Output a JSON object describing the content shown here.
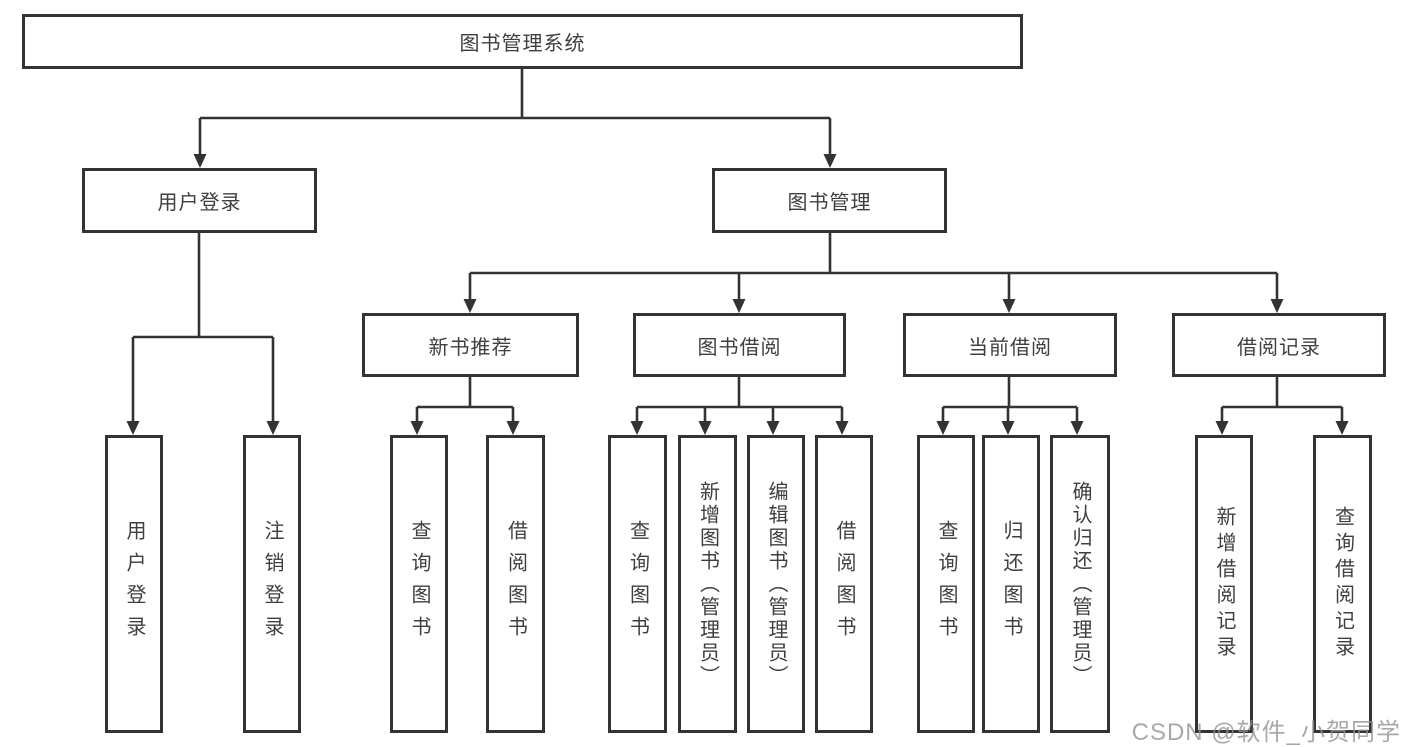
{
  "diagram_title": "图书管理系统",
  "watermark": "CSDN @软件_小贺同学",
  "colors": {
    "line": "#333333",
    "box_border": "#333333",
    "text": "#3f3f3f",
    "background": "#ffffff",
    "watermark": "#919191"
  },
  "nodes": {
    "root": "图书管理系统",
    "level2": {
      "user_login": "用户登录",
      "book_mgmt": "图书管理"
    },
    "level3": {
      "new_book_rec": "新书推荐",
      "book_borrow": "图书借阅",
      "current_borrow": "当前借阅",
      "borrow_records": "借阅记录"
    },
    "leaves": {
      "user_login": "用户登录",
      "logout": "注销登录",
      "rec_query_books": "查询图书",
      "rec_borrow_books": "借阅图书",
      "bb_query_books": "查询图书",
      "bb_add_books": "新增图书（管理员）",
      "bb_edit_books": "编辑图书（管理员）",
      "bb_borrow_books": "借阅图书",
      "cb_query_books": "查询图书",
      "cb_return_books": "归还图书",
      "cb_confirm_return": "确认归还（管理员）",
      "br_add_record": "新增借阅记录",
      "br_query_record": "查询借阅记录"
    }
  },
  "structure": [
    {
      "label": "图书管理系统",
      "children": [
        {
          "label": "用户登录",
          "children": [
            "用户登录",
            "注销登录"
          ]
        },
        {
          "label": "图书管理",
          "children": [
            {
              "label": "新书推荐",
              "children": [
                "查询图书",
                "借阅图书"
              ]
            },
            {
              "label": "图书借阅",
              "children": [
                "查询图书",
                "新增图书（管理员）",
                "编辑图书（管理员）",
                "借阅图书"
              ]
            },
            {
              "label": "当前借阅",
              "children": [
                "查询图书",
                "归还图书",
                "确认归还（管理员）"
              ]
            },
            {
              "label": "借阅记录",
              "children": [
                "新增借阅记录",
                "查询借阅记录"
              ]
            }
          ]
        }
      ]
    }
  ]
}
